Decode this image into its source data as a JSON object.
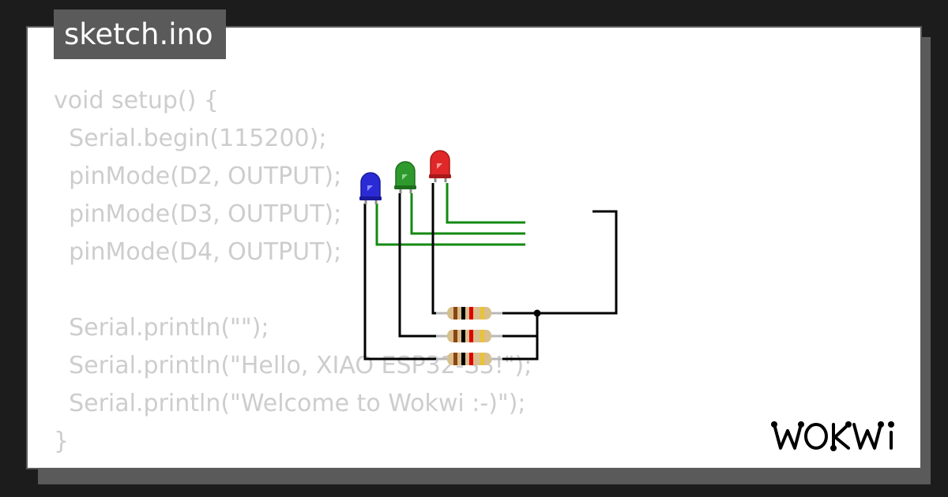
{
  "file": {
    "name": "sketch.ino"
  },
  "code": {
    "lines": [
      "void setup() {",
      "  Serial.begin(115200);",
      "  pinMode(D2, OUTPUT);",
      "  pinMode(D3, OUTPUT);",
      "  pinMode(D4, OUTPUT);",
      "",
      "  Serial.println(\"\");",
      "  Serial.println(\"Hello, XIAO ESP32-S3!\");",
      "  Serial.println(\"Welcome to Wokwi :-)\");",
      "}"
    ]
  },
  "circuit": {
    "leds": [
      {
        "name": "blue-led",
        "color": "#2b2bd6",
        "dark": "#1a1a9a"
      },
      {
        "name": "green-led",
        "color": "#2e9a2e",
        "dark": "#1d6e1d"
      },
      {
        "name": "red-led",
        "color": "#e02828",
        "dark": "#a81a1a"
      }
    ],
    "wire_colors": {
      "signal": "#138a13",
      "ground": "#000000"
    },
    "resistor_bands": [
      "#8b4513",
      "#000000",
      "#e00000",
      "#e8c23a"
    ]
  },
  "logo": {
    "text": "WOKWi"
  }
}
